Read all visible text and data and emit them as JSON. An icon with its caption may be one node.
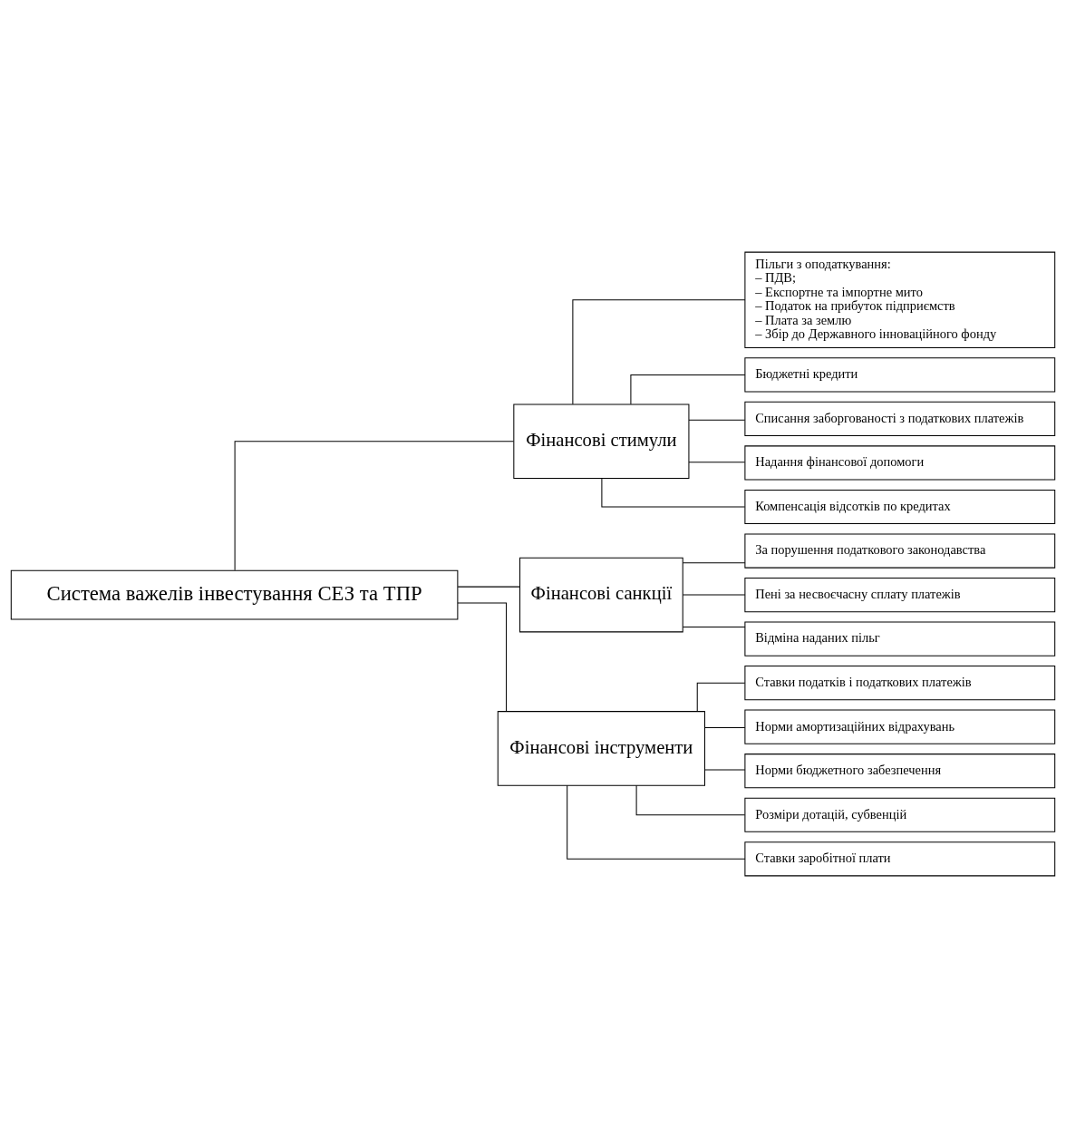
{
  "diagram": {
    "nodes": [
      {
        "text": [
          "Система важелів інвестування СЕЗ та ТПР"
        ]
      },
      {
        "text": [
          "Фінансові стимули"
        ]
      },
      {
        "text": [
          "Пільги з оподаткування:",
          "– ПДВ;",
          "– Експортне та імпортне мито",
          "– Податок на прибуток підприємств",
          "– Плата за землю",
          "– Збір до Державного інноваційного фонду"
        ]
      },
      {
        "text": [
          "Бюджетні кредити"
        ]
      },
      {
        "text": [
          "Списання заборгованості з податкових платежів"
        ]
      },
      {
        "text": [
          "Надання фінансової допомоги"
        ]
      },
      {
        "text": [
          "Компенсація відсотків по кредитах"
        ]
      },
      {
        "text": [
          "Фінансові санкції"
        ]
      },
      {
        "text": [
          "За порушення податкового законодавства"
        ]
      },
      {
        "text": [
          "Пені за несвоєчасну сплату платежів"
        ]
      },
      {
        "text": [
          "Відміна наданих пільг"
        ]
      },
      {
        "text": [
          "Фінансові інструменти"
        ]
      },
      {
        "text": [
          "Ставки податків і податкових платежів"
        ]
      },
      {
        "text": [
          "Норми амортизаційних відрахувань"
        ]
      },
      {
        "text": [
          "Норми бюджетного забезпечення"
        ]
      },
      {
        "text": [
          "Розміри дотацій, субвенцій"
        ]
      },
      {
        "text": [
          "Ставки заробітної плати"
        ]
      }
    ],
    "edges": [
      {
        "from": 0,
        "to": 1,
        "arrow": "none"
      },
      {
        "from": 0,
        "to": 7,
        "arrow": "none"
      },
      {
        "from": 0,
        "to": 11,
        "arrow": "none"
      },
      {
        "from": 1,
        "to": 2,
        "arrow": "none"
      },
      {
        "from": 1,
        "to": 3,
        "arrow": "none"
      },
      {
        "from": 1,
        "to": 4,
        "arrow": "none"
      },
      {
        "from": 1,
        "to": 5,
        "arrow": "none"
      },
      {
        "from": 1,
        "to": 6,
        "arrow": "none"
      },
      {
        "from": 7,
        "to": 8,
        "arrow": "none"
      },
      {
        "from": 7,
        "to": 9,
        "arrow": "none"
      },
      {
        "from": 7,
        "to": 10,
        "arrow": "none"
      },
      {
        "from": 11,
        "to": 12,
        "arrow": "none"
      },
      {
        "from": 11,
        "to": 13,
        "arrow": "none"
      },
      {
        "from": 11,
        "to": 14,
        "arrow": "none"
      },
      {
        "from": 11,
        "to": 15,
        "arrow": "none"
      },
      {
        "from": 11,
        "to": 16,
        "arrow": "none"
      }
    ]
  }
}
